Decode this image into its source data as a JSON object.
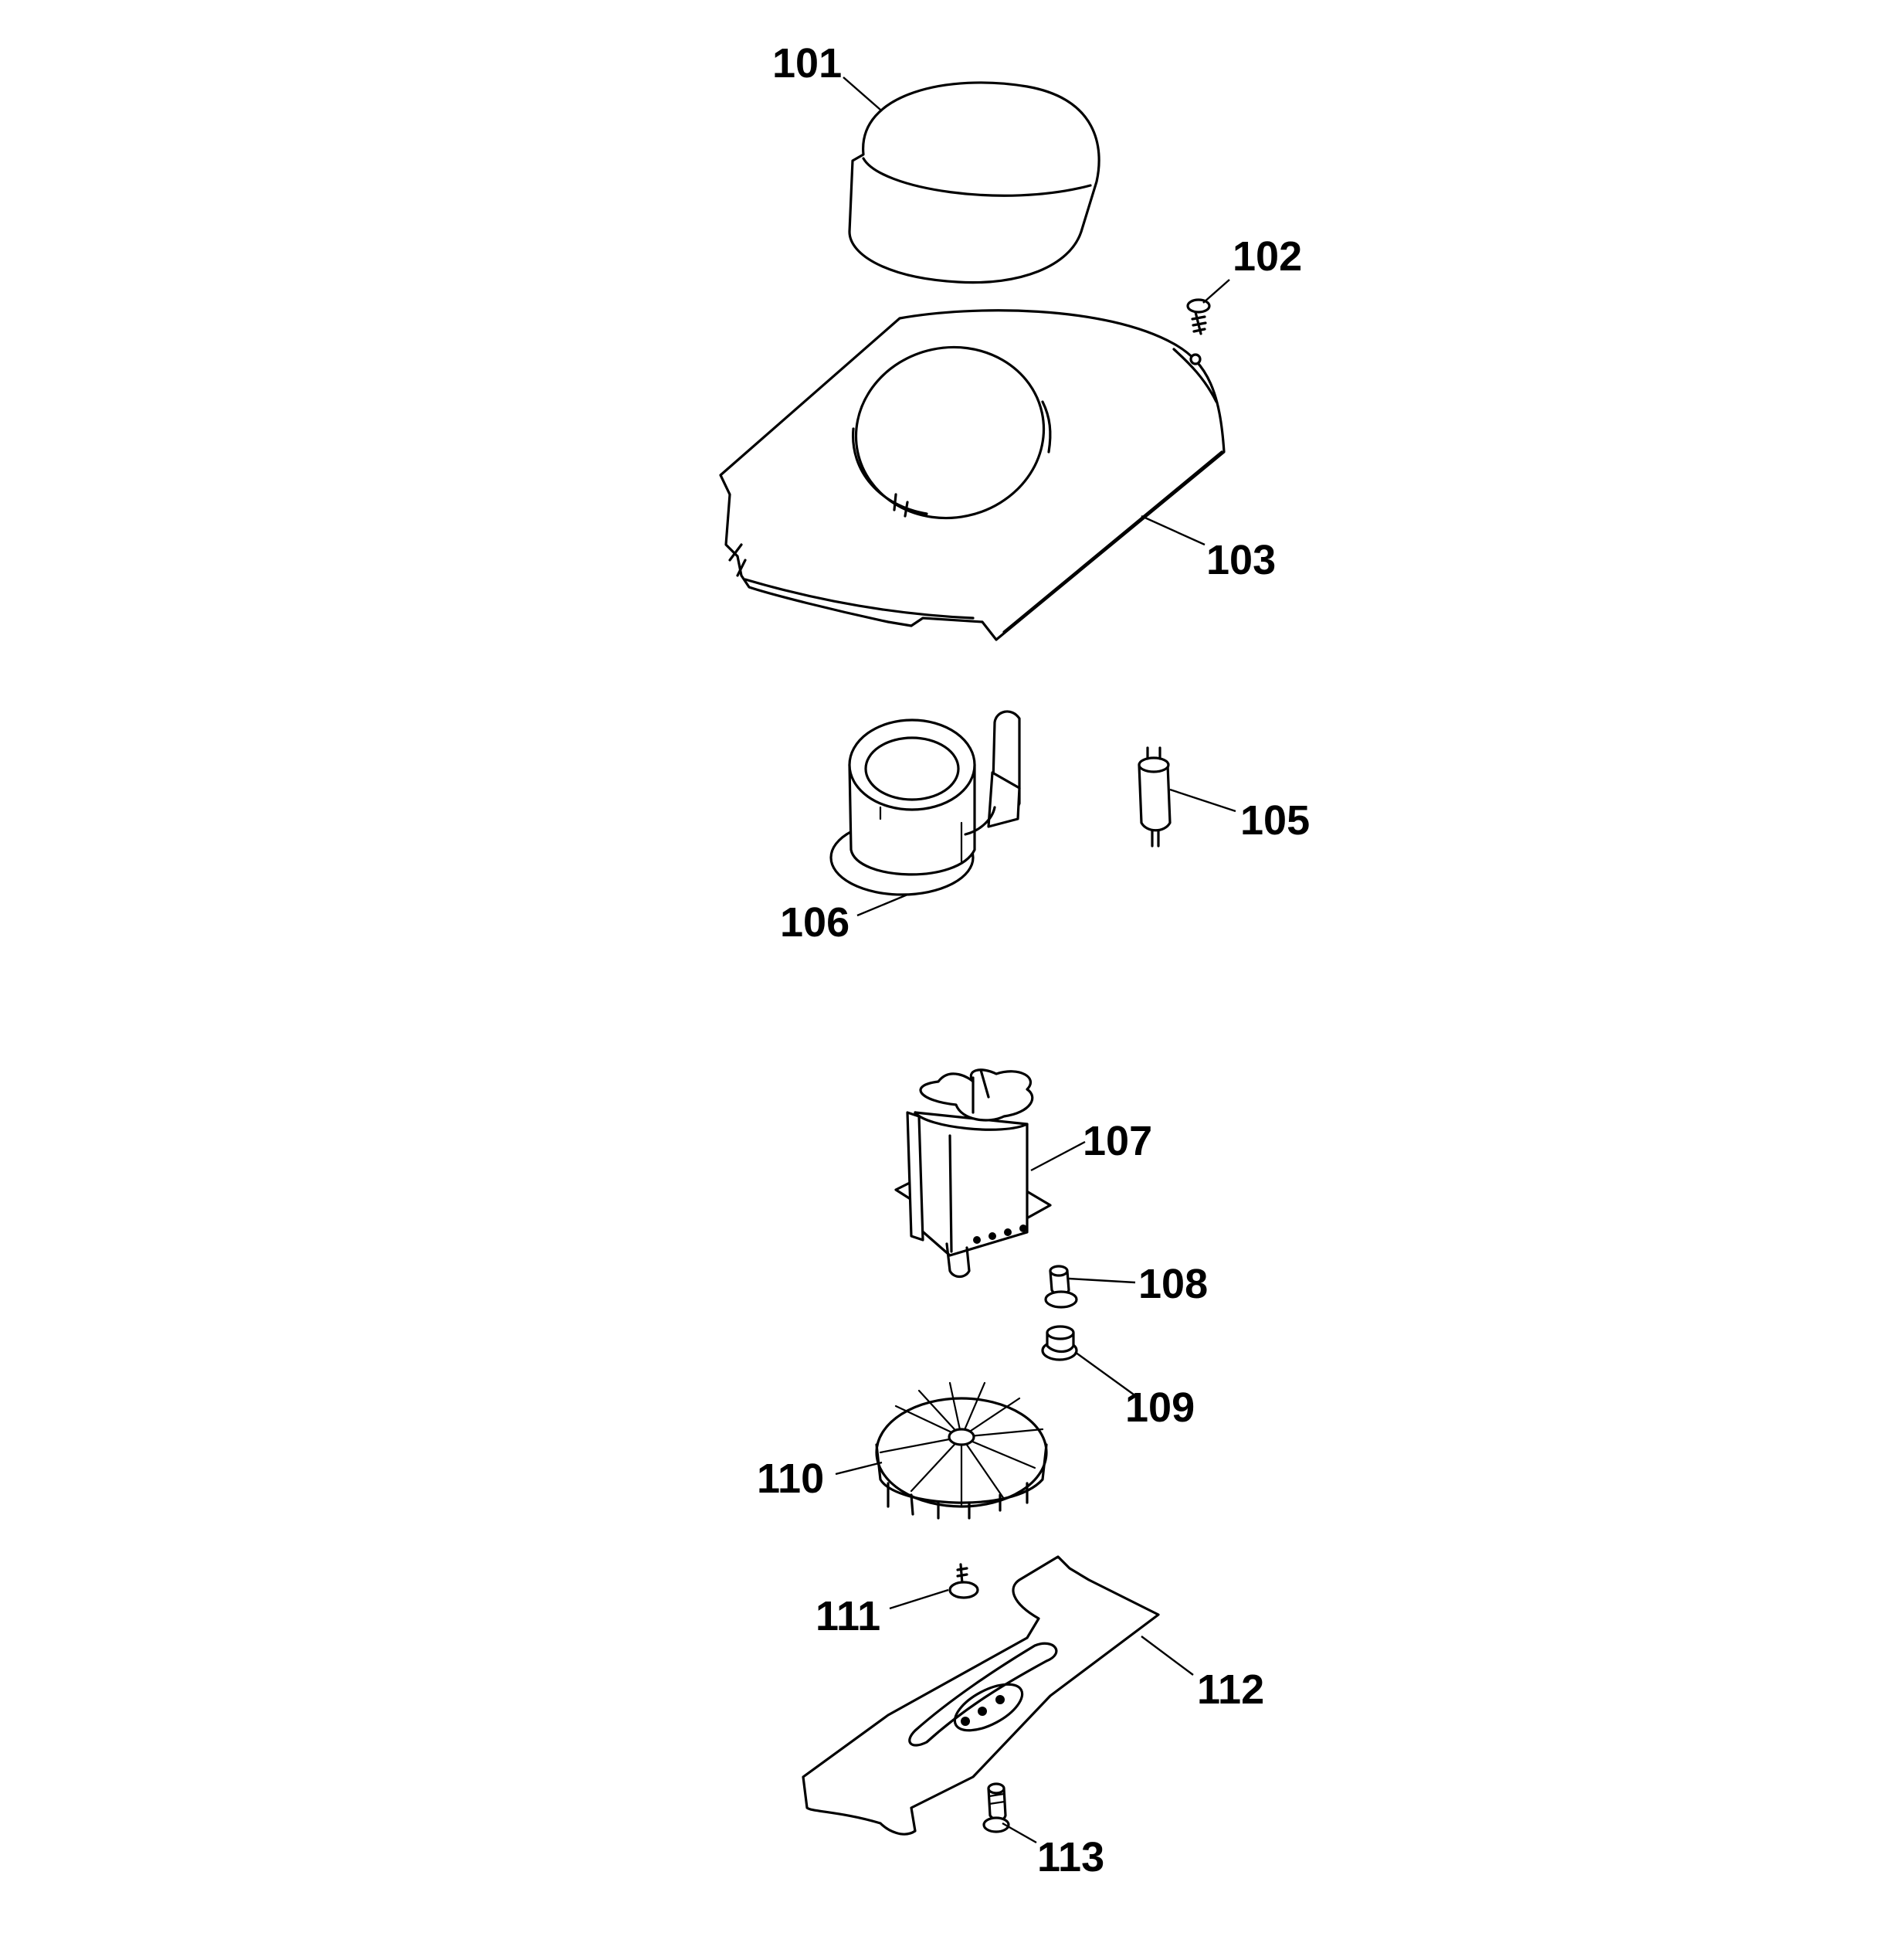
{
  "diagram": {
    "parts": [
      {
        "id": "p101",
        "number": "101",
        "icon": "air-filter-cap-icon"
      },
      {
        "id": "p102",
        "number": "102",
        "icon": "screw-icon"
      },
      {
        "id": "p103",
        "number": "103",
        "icon": "motor-cover-plate-icon"
      },
      {
        "id": "p105",
        "number": "105",
        "icon": "capacitor-icon"
      },
      {
        "id": "p106",
        "number": "106",
        "icon": "motor-housing-icon"
      },
      {
        "id": "p107",
        "number": "107",
        "icon": "electric-motor-icon"
      },
      {
        "id": "p108",
        "number": "108",
        "icon": "bolt-icon"
      },
      {
        "id": "p109",
        "number": "109",
        "icon": "washer-icon"
      },
      {
        "id": "p110",
        "number": "110",
        "icon": "fan-impeller-icon"
      },
      {
        "id": "p111",
        "number": "111",
        "icon": "bolt-icon"
      },
      {
        "id": "p112",
        "number": "112",
        "icon": "mower-blade-icon"
      },
      {
        "id": "p113",
        "number": "113",
        "icon": "bolt-icon"
      }
    ]
  }
}
